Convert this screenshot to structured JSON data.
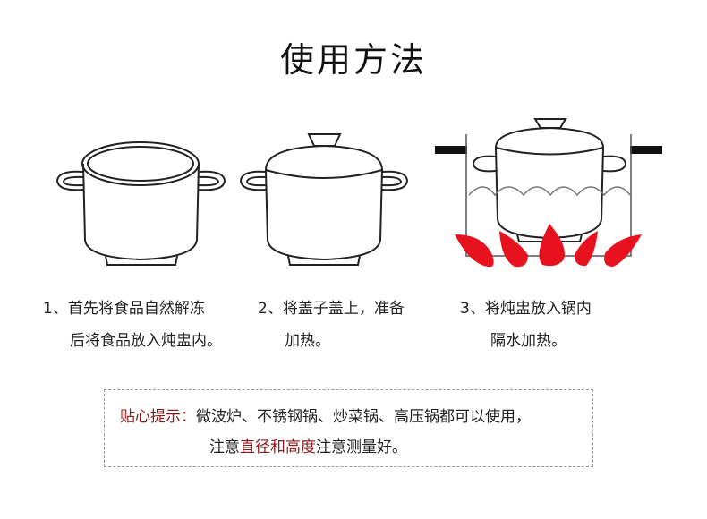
{
  "title": "使用方法",
  "steps": [
    {
      "line1": "1、首先将食品自然解冻",
      "line2": "后将食品放入炖盅内。"
    },
    {
      "line1": "2、将盖子盖上，准备",
      "line2": "加热。"
    },
    {
      "line1": "3、将炖盅放入锅内",
      "line2": "隔水加热。"
    }
  ],
  "tip": {
    "label": "贴心提示：",
    "line1": "微波炉、不锈钢锅、炒菜锅、高压锅都可以使用，",
    "line2_pre": "注意",
    "line2_red": "直径和高度",
    "line2_post": "注意测量好。"
  },
  "colors": {
    "accent": "#8b1a1a",
    "flame": "#e8121e"
  }
}
